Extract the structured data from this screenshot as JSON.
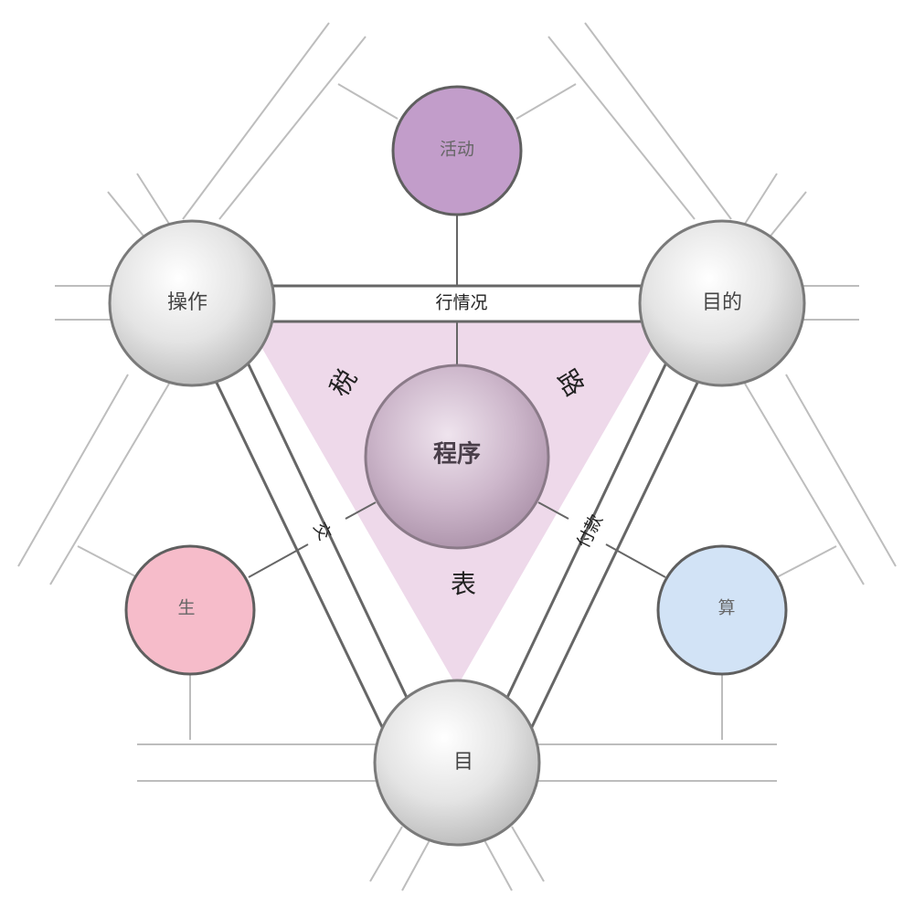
{
  "diagram": {
    "center": {
      "label": "程序"
    },
    "corner_nodes": {
      "left": {
        "label": "操作"
      },
      "right": {
        "label": "目的"
      },
      "bottom": {
        "label": "目"
      }
    },
    "outer_nodes": {
      "top": {
        "label": "活动",
        "color": "#c29dca"
      },
      "left": {
        "label": "生",
        "color": "#f6bcca"
      },
      "right": {
        "label": "算",
        "color": "#d2e3f6"
      }
    },
    "edge_labels": {
      "top": "行情况",
      "left": "交",
      "right": "付款"
    },
    "face_labels": {
      "upper_left": "税",
      "upper_right": "路",
      "bottom": "表"
    },
    "colors": {
      "triangle_fill": "#eed9ea",
      "line": "#666666",
      "light_line": "#b9b9b9"
    }
  }
}
